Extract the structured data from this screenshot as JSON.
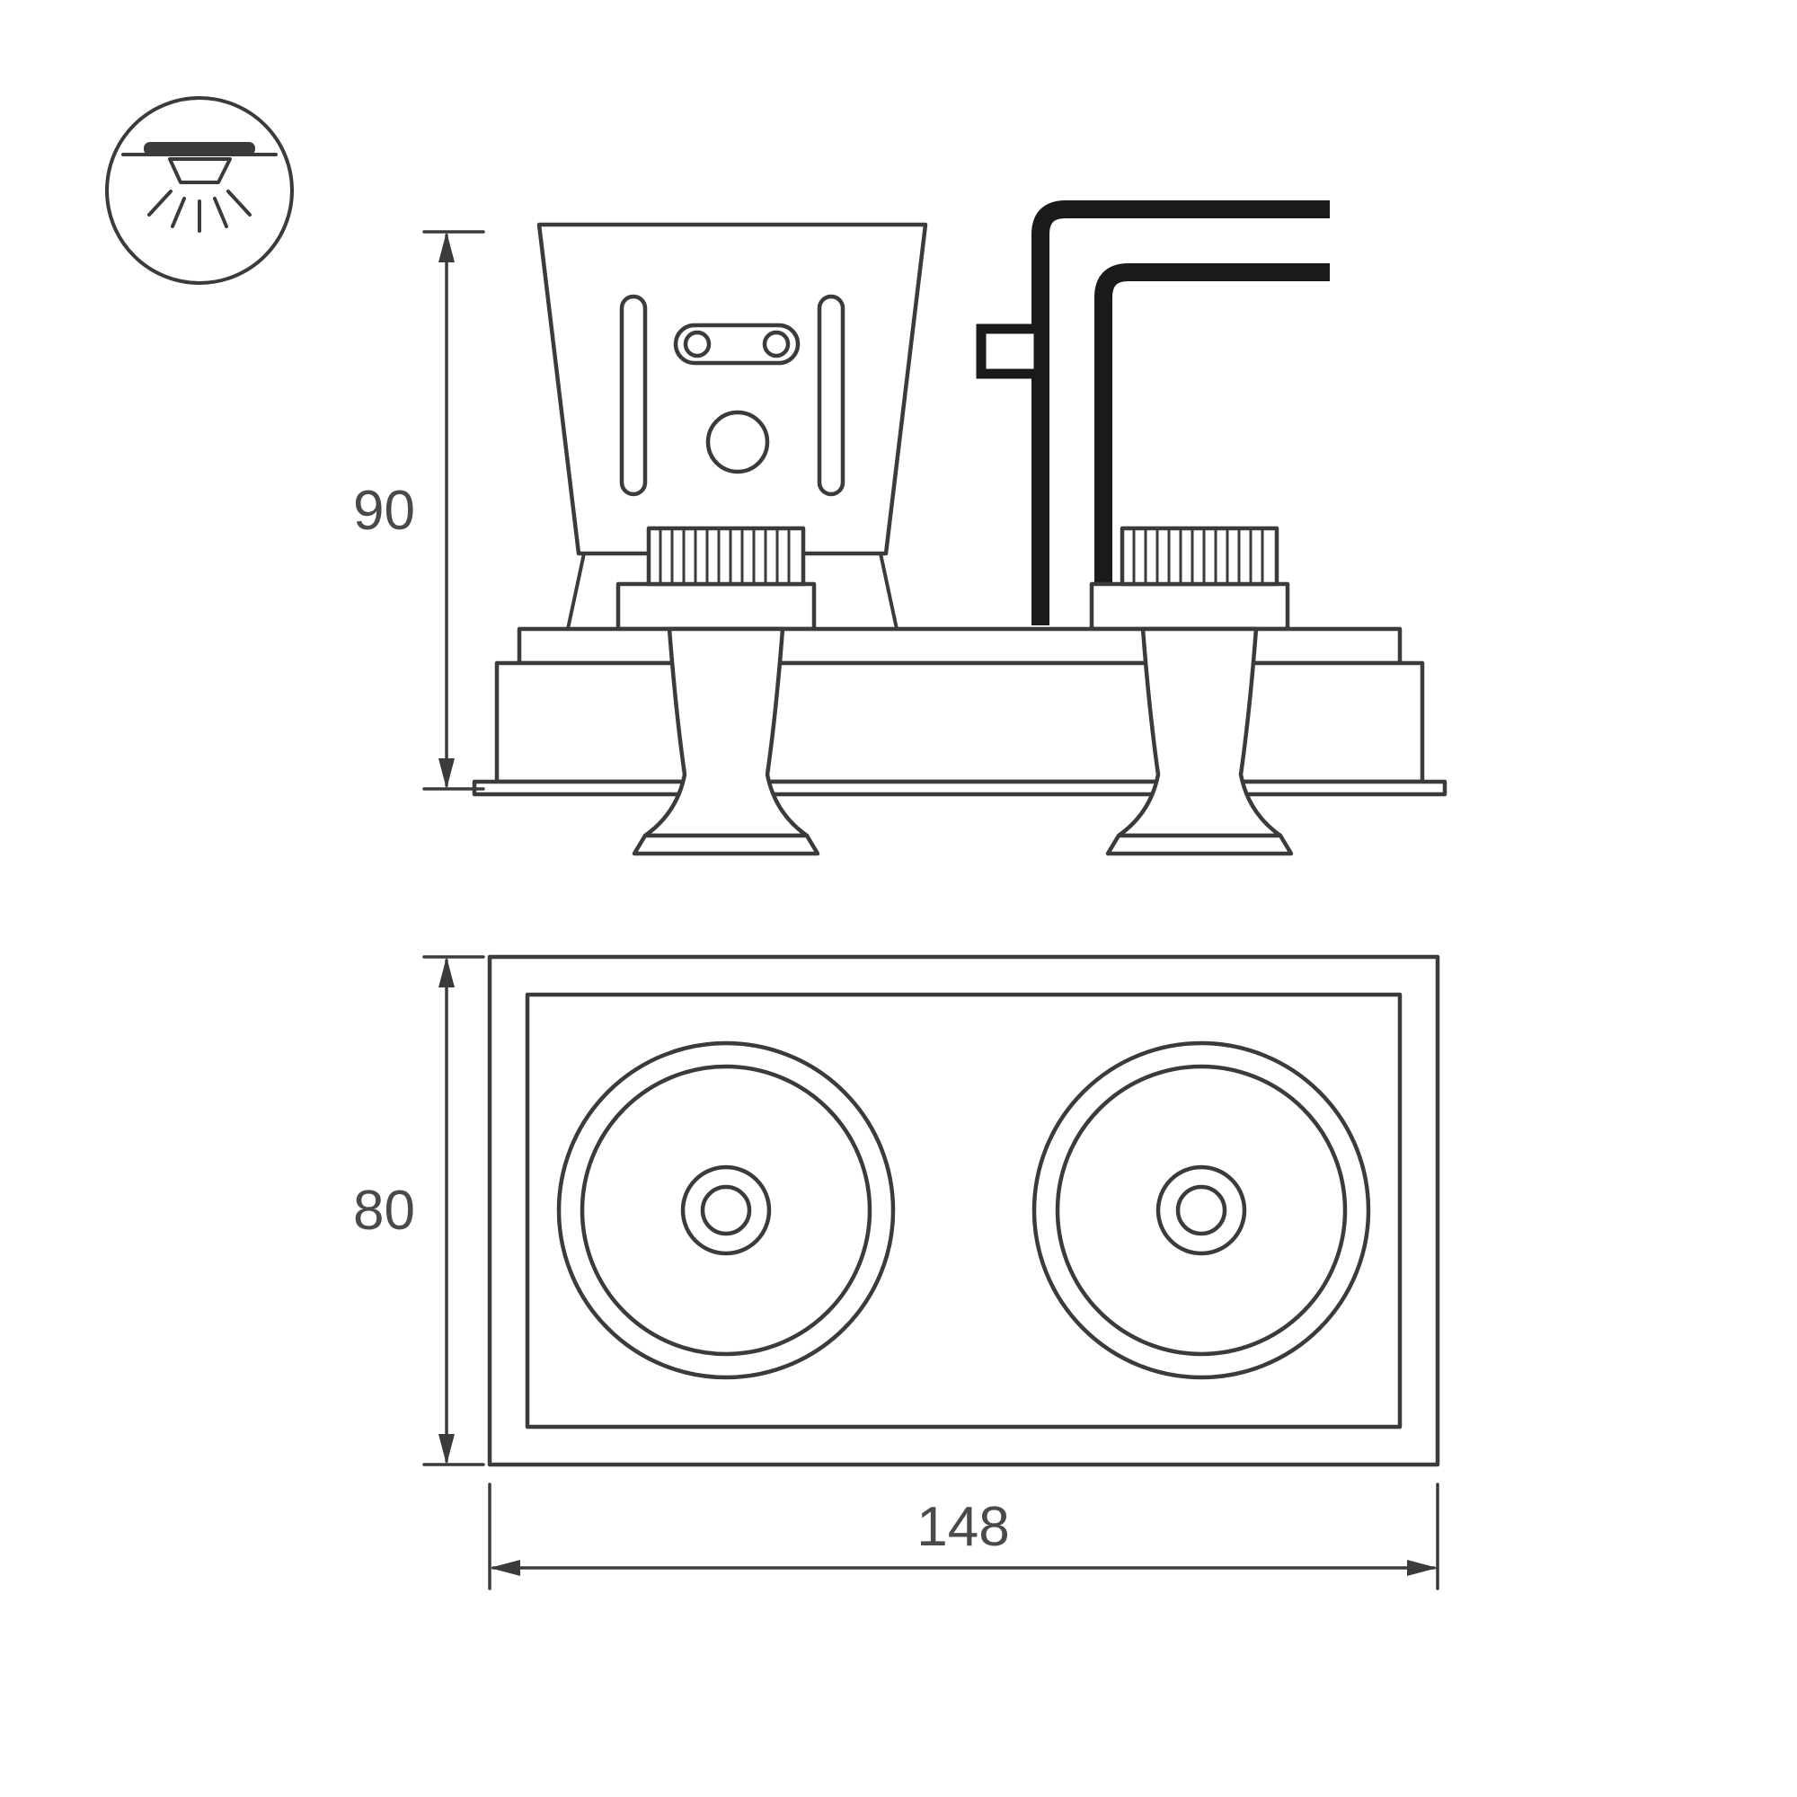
{
  "page": {
    "background": "#ffffff",
    "line_color": "#3b3b3d",
    "cable_color": "#1a1a1a",
    "text_color": "#4a4a4c"
  },
  "legend_icon": {
    "name": "recessed-downlight-mounting-icon"
  },
  "views": {
    "side_view": {
      "dimension_height": "90"
    },
    "bottom_view": {
      "dimension_height": "80",
      "dimension_width": "148"
    }
  }
}
